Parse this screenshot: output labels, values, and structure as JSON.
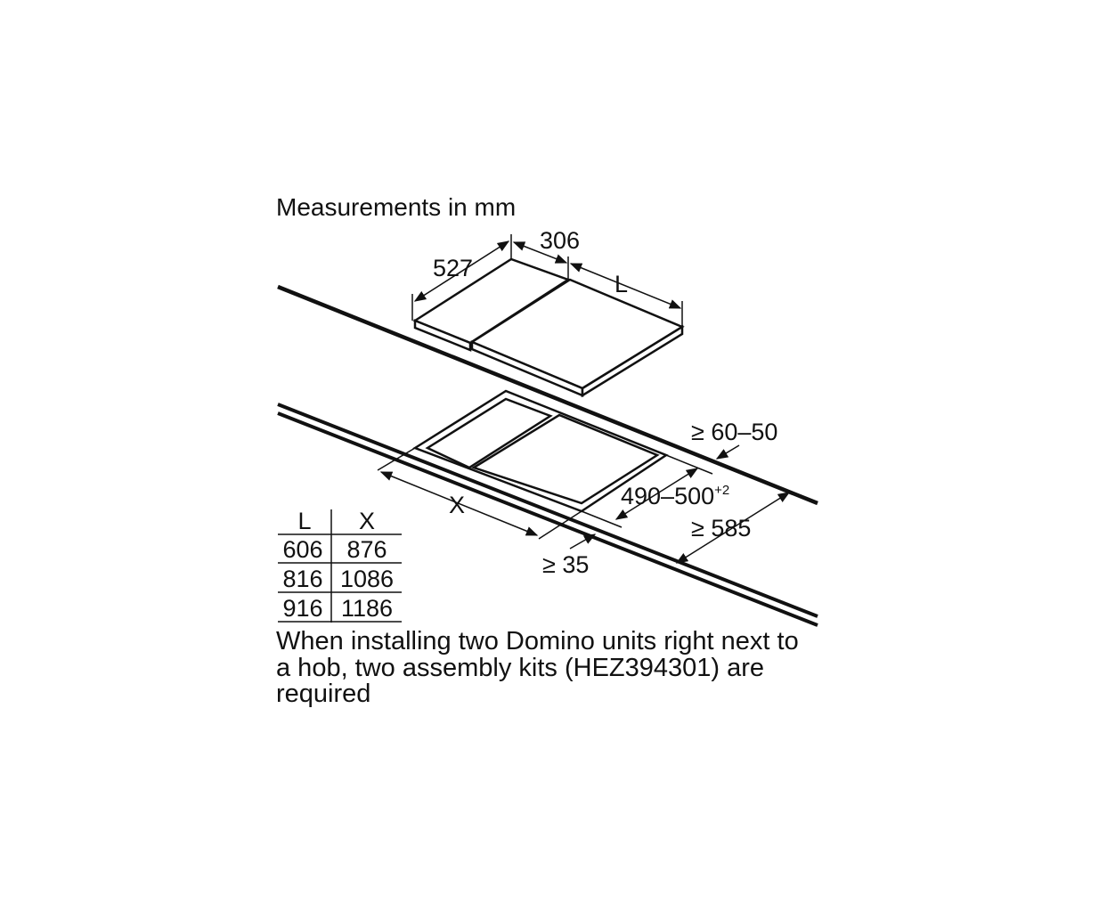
{
  "title": "Measurements in mm",
  "dimensions": {
    "depth": "527",
    "width": "306",
    "length_var": "L",
    "clearance_back": "≥ 60–50",
    "cutout_depth": "490–500",
    "cutout_tolerance": "+2",
    "cutout_length_var": "X",
    "min_counter_depth": "≥ 585",
    "min_front_edge": "≥ 35"
  },
  "table": {
    "headers": [
      "L",
      "X"
    ],
    "rows": [
      [
        "606",
        "876"
      ],
      [
        "816",
        "1086"
      ],
      [
        "916",
        "1186"
      ]
    ]
  },
  "note": "When installing two Domino units right next to a hob, two assembly kits (HEZ394301) are required"
}
